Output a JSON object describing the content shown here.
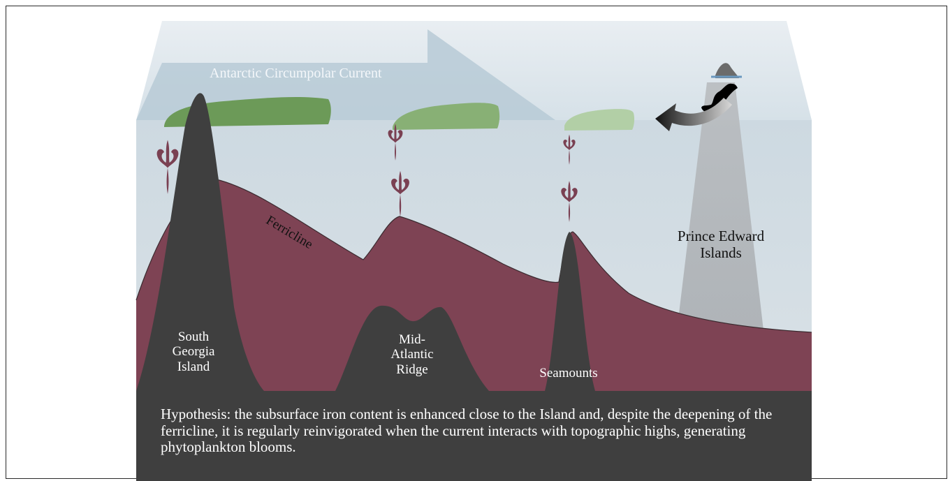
{
  "labels": {
    "current": "Antarctic Circumpolar Current",
    "ferricline": "Ferricline",
    "south_georgia": "South\nGeorgia\nIsland",
    "mid_atlantic": "Mid-\nAtlantic\nRidge",
    "seamounts": "Seamounts",
    "prince_edward": "Prince Edward\nIslands"
  },
  "hypothesis": "Hypothesis: the subsurface iron content is enhanced close to the Island and, despite the deepening of the ferricline, it is regularly reinvigorated when the current interacts with topographic highs, generating phytoplankton blooms.",
  "colors": {
    "water": "#d6e0e6",
    "surface": "#dfe7ec",
    "ferricline_zone": "#7e4354",
    "seafloor": "#3f3f3f",
    "blooms": "#6f9f5b",
    "iron_plumes": "#7a4052"
  },
  "icons": [
    "seal-icon",
    "curved-arrow-icon",
    "iron-plume-icon",
    "phytoplankton-bloom-icon"
  ]
}
